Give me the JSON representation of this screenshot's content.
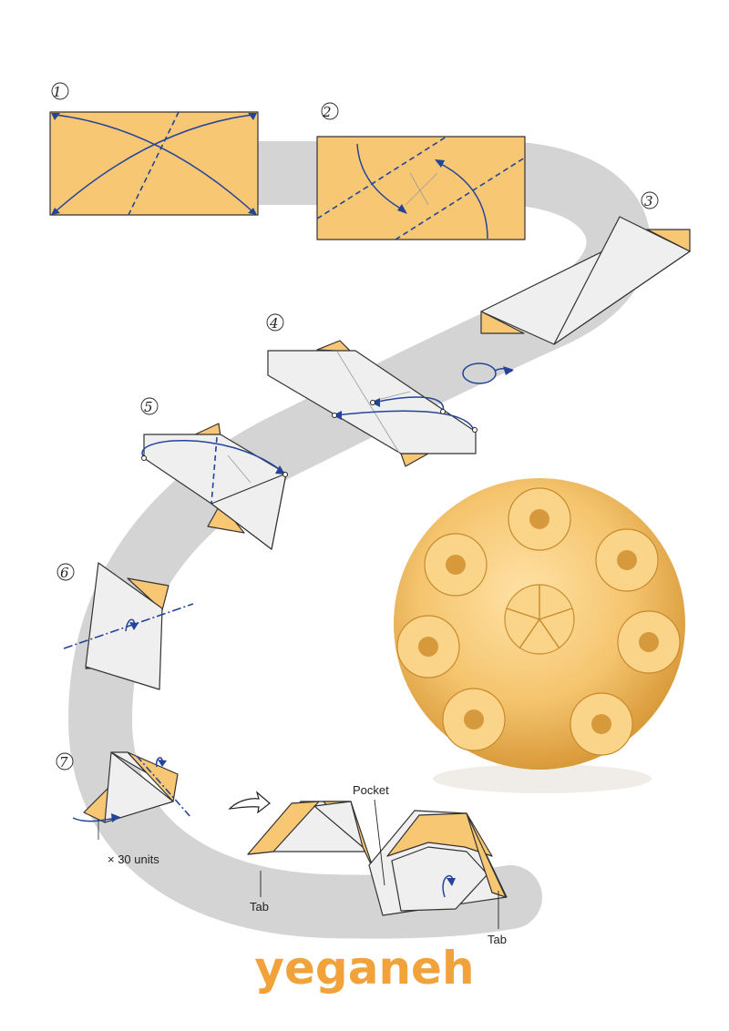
{
  "steps": [
    "1",
    "2",
    "3",
    "4",
    "5",
    "6",
    "7"
  ],
  "multiplier_note": "× 30 units",
  "callouts": {
    "pocket": "Pocket",
    "tab_left": "Tab",
    "tab_right": "Tab"
  },
  "brand": "yeganeh",
  "colors": {
    "paper": "#f8c774",
    "paper_back": "#efefef",
    "path_band": "#d4d4d4",
    "fold_lines": "#24449a",
    "brand": "#f1a23a"
  }
}
